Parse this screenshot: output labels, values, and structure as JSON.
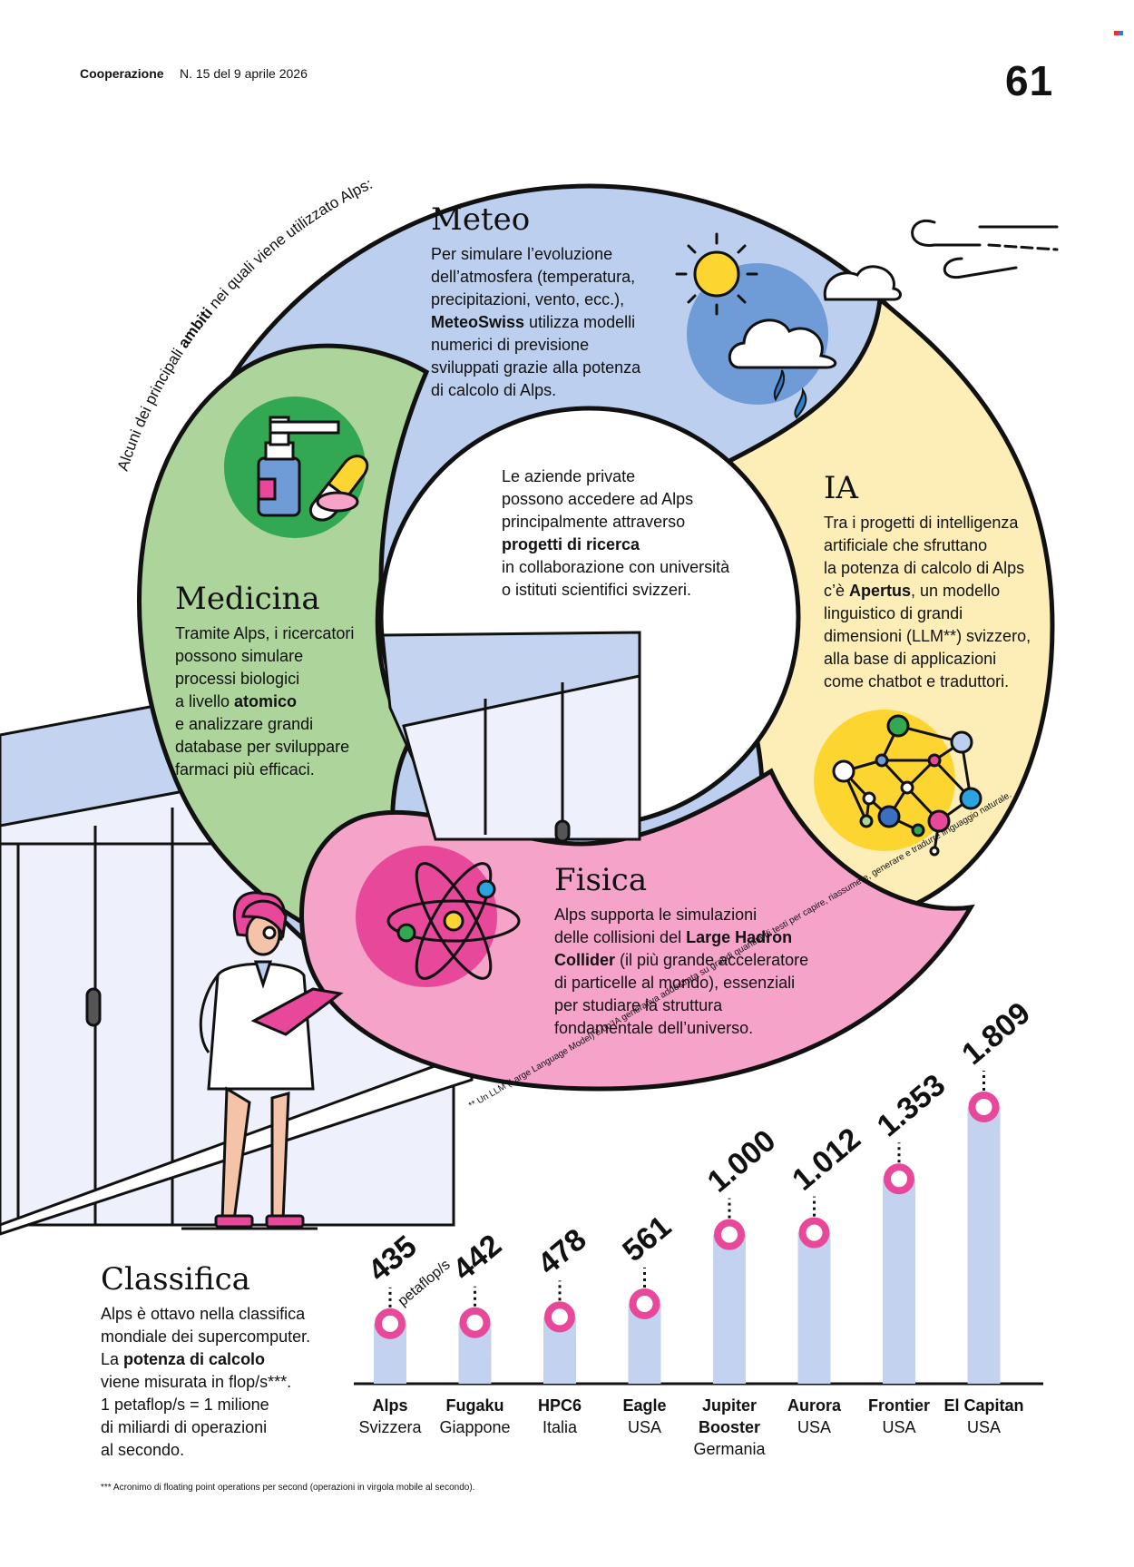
{
  "header": {
    "publication": "Cooperazione",
    "issue": "N. 15 del 9 aprile 2026",
    "page_number": "61"
  },
  "arc_caption": {
    "pre": "Alcuni dei principali ",
    "bold": "ambiti",
    "post": " nei quali viene utilizzato Alps:"
  },
  "center_text": {
    "line1": "Le aziende private",
    "line2": "possono accedere ad Alps",
    "line3": "principalmente attraverso",
    "line4_bold": "progetti di ricerca",
    "line5": "in collaborazione con università",
    "line6": "o istituti scientifici svizzeri."
  },
  "sections": {
    "meteo": {
      "title": "Meteo",
      "l1": "Per simulare l’evoluzione",
      "l2": "dell’atmosfera (temperatura,",
      "l3": "precipitazioni, vento, ecc.),",
      "l4_bold": "MeteoSwiss",
      "l4_rest": " utilizza modelli",
      "l5": "numerici di previsione",
      "l6": "sviluppati grazie alla potenza",
      "l7": "di calcolo di Alps."
    },
    "ia": {
      "title": "IA",
      "l1": "Tra i progetti di intelligenza",
      "l2": "artificiale che sfruttano",
      "l3": "la potenza di calcolo di Alps",
      "l4_pre": "c’è ",
      "l4_bold": "Apertus",
      "l4_rest": ", un modello",
      "l5": "linguistico di grandi",
      "l6": "dimensioni (LLM**) svizzero,",
      "l7": "alla base di applicazioni",
      "l8": "come chatbot e traduttori."
    },
    "medicina": {
      "title": "Medicina",
      "l1": "Tramite Alps, i ricercatori",
      "l2": "possono simulare",
      "l3": "processi biologici",
      "l4_pre": "a livello ",
      "l4_bold": "atomico",
      "l5": "e analizzare grandi",
      "l6": "database per sviluppare",
      "l7": "farmaci più efficaci."
    },
    "fisica": {
      "title": "Fisica",
      "l1": "Alps supporta le simulazioni",
      "l2_pre": "delle collisioni del ",
      "l2_bold": "Large Hadron",
      "l3_bold": "Collider",
      "l3_rest": " (il più grande acceleratore",
      "l4": "di particelle al mondo), essenziali",
      "l5": "per studiare la struttura",
      "l6": "fondamentale dell’universo."
    }
  },
  "llm_footnote": "** Un LLM (Large Language Model) è un’IA generativa addestrata su grandi quantità di testi per capire, riassumere, generare e tradurre linguaggio naturale.",
  "classifica": {
    "title": "Classifica",
    "l1": "Alps è ottavo nella classifica",
    "l2": "mondiale dei supercomputer.",
    "l3_pre": "La ",
    "l3_bold": "potenza di calcolo",
    "l4": "viene misurata in flop/s***.",
    "l5": "1 petaflop/s = 1 milione",
    "l6": "di miliardi di operazioni",
    "l7": "al secondo."
  },
  "chart_data": {
    "type": "bar",
    "unit_label": "petaflop/s",
    "categories": [
      "Alps",
      "Fugaku",
      "HPC6",
      "Eagle",
      "Jupiter Booster",
      "Aurora",
      "Frontier",
      "El Capitan"
    ],
    "countries": [
      "Svizzera",
      "Giappone",
      "Italia",
      "USA",
      "Germania",
      "USA",
      "USA",
      "USA"
    ],
    "values": [
      435,
      442,
      478,
      561,
      1000,
      1012,
      1353,
      1809
    ],
    "value_labels": [
      "435",
      "442",
      "478",
      "561",
      "1.000",
      "1.012",
      "1.353",
      "1.809"
    ],
    "name_lines": [
      [
        "Alps"
      ],
      [
        "Fugaku"
      ],
      [
        "HPC6"
      ],
      [
        "Eagle"
      ],
      [
        "Jupiter",
        "Booster"
      ],
      [
        "Aurora"
      ],
      [
        "Frontier"
      ],
      [
        "El Capitan"
      ]
    ],
    "bar_color": "#c3d2ee",
    "marker_color": "#e8489a"
  },
  "flops_footnote": "*** Acronimo di floating point operations per second (operazioni in virgola mobile al secondo).",
  "colors": {
    "meteo": "#bccfee",
    "ia": "#fdeeb8",
    "medicina": "#acd49b",
    "fisica": "#f5a3c9",
    "pink": "#e8489a",
    "yellow": "#fdd531",
    "green": "#32a852",
    "blue": "#6f9bd6"
  }
}
